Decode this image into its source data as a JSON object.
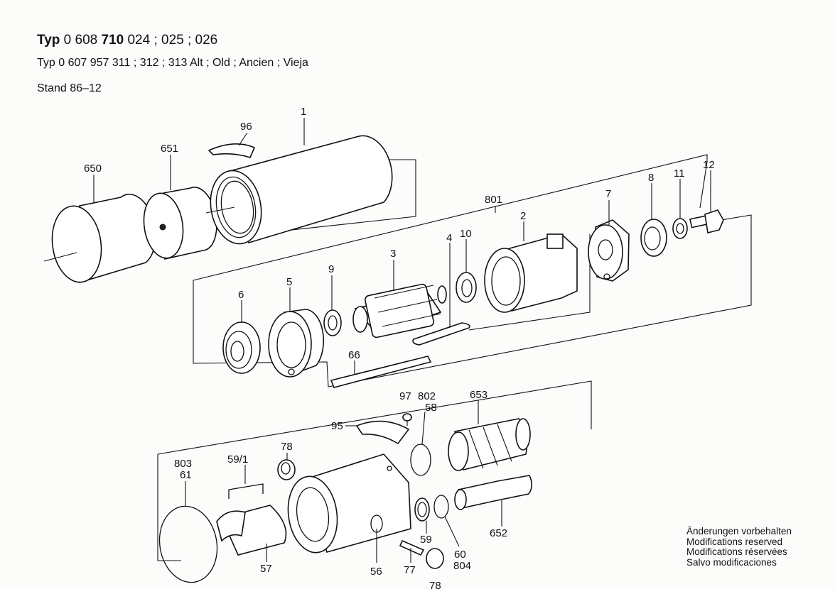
{
  "header": {
    "typ_word": "Typ",
    "typ_number_plain1": "0 608",
    "typ_number_bold": "710",
    "typ_number_plain2": "024 ; 025 ; 026",
    "subtitle": "Typ 0 607 957 311 ; 312 ; 313   Alt ; Old ; Ancien ; Vieja",
    "stand": "Stand  86–12"
  },
  "modifications": [
    "Änderungen vorbehalten",
    "Modifications reserved",
    "Modifications réservées",
    "Salvo modificaciones"
  ],
  "part_labels": {
    "p1": "1",
    "p96": "96",
    "p651": "651",
    "p650": "650",
    "p12": "12",
    "p11": "11",
    "p8": "8",
    "p7": "7",
    "p801": "801",
    "p2": "2",
    "p10": "10",
    "p4": "4",
    "p3": "3",
    "p9": "9",
    "p5": "5",
    "p6": "6",
    "p66": "66",
    "p97": "97",
    "p802": "802",
    "p58": "58",
    "p653": "653",
    "p95": "95",
    "p78a": "78",
    "p803": "803",
    "p61": "61",
    "p59_1": "59/1",
    "p57": "57",
    "p56": "56",
    "p77": "77",
    "p78b": "78",
    "p59": "59",
    "p60": "60",
    "p804": "804",
    "p652": "652"
  }
}
